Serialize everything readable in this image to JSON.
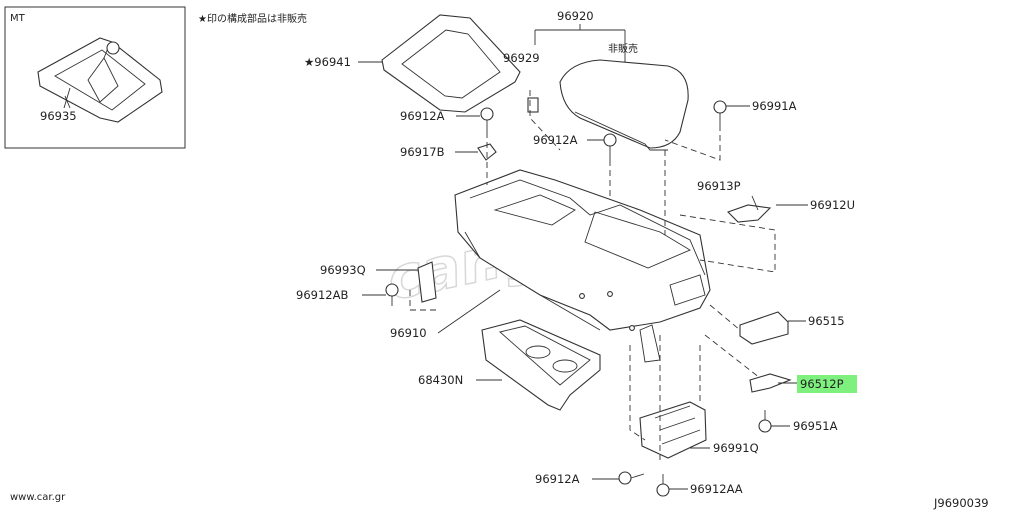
{
  "inset": {
    "label": "MT",
    "part": "96935"
  },
  "note": "★印の構成部品は非販売",
  "not_sold_label": "非販売",
  "watermark": "car.gr",
  "footer_site": "www.car.gr",
  "diagram_code": "J9690039",
  "highlight_part": "96512P",
  "parts": [
    {
      "id": "p96920",
      "label": "96920"
    },
    {
      "id": "p96929",
      "label": "96929"
    },
    {
      "id": "p96941",
      "label": "★96941"
    },
    {
      "id": "p96912A_1",
      "label": "96912A"
    },
    {
      "id": "p96912A_2",
      "label": "96912A"
    },
    {
      "id": "p96991A",
      "label": "96991A"
    },
    {
      "id": "p96917B",
      "label": "96917B"
    },
    {
      "id": "p96913P",
      "label": "96913P"
    },
    {
      "id": "p96912U",
      "label": "96912U"
    },
    {
      "id": "p96993Q",
      "label": "96993Q"
    },
    {
      "id": "p96912AB",
      "label": "96912AB"
    },
    {
      "id": "p96910",
      "label": "96910"
    },
    {
      "id": "p96515",
      "label": "96515"
    },
    {
      "id": "p68430N",
      "label": "68430N"
    },
    {
      "id": "p96512P",
      "label": "96512P"
    },
    {
      "id": "p96951A",
      "label": "96951A"
    },
    {
      "id": "p96991Q",
      "label": "96991Q"
    },
    {
      "id": "p96912A_3",
      "label": "96912A"
    },
    {
      "id": "p96912AA",
      "label": "96912AA"
    }
  ]
}
